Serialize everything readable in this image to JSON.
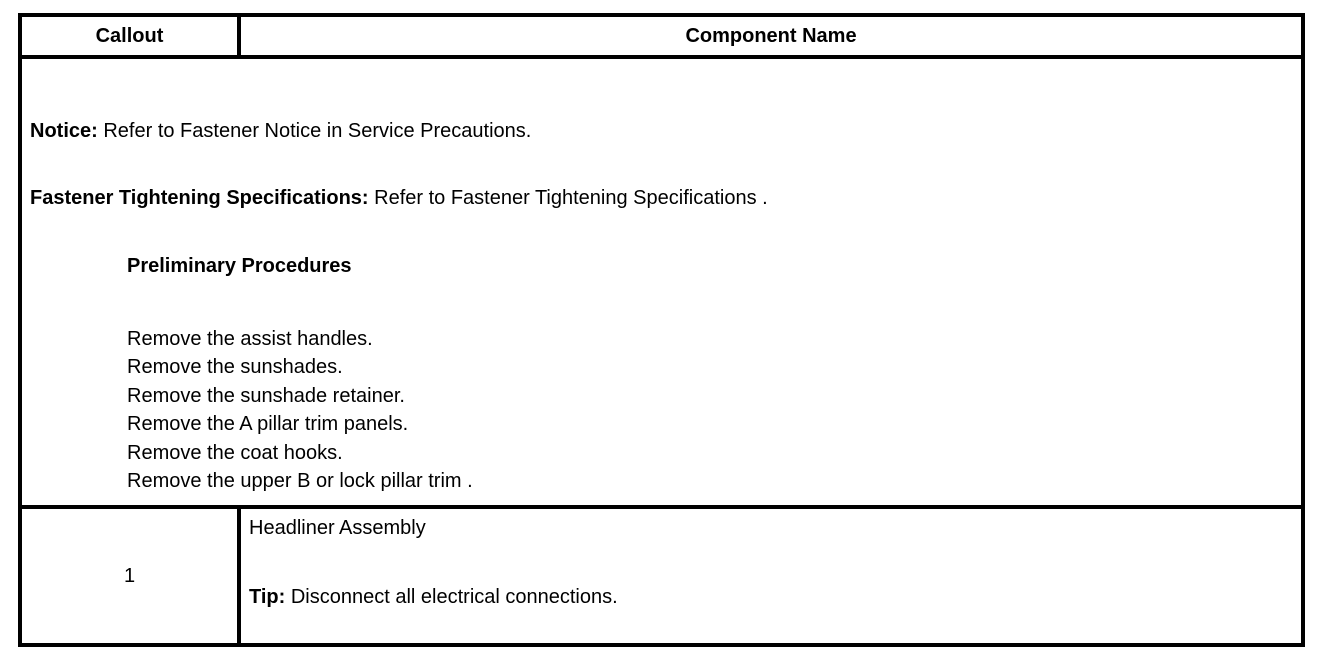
{
  "table": {
    "header": {
      "callout": "Callout",
      "component_name": "Component Name"
    },
    "notes": {
      "notice_label": "Notice:",
      "notice_text": " Refer to Fastener Notice in Service Precautions.",
      "fastener_label": "Fastener Tightening Specifications:",
      "fastener_text": " Refer to Fastener Tightening Specifications .",
      "preliminary_title": "Preliminary Procedures",
      "procedures": [
        "Remove the assist handles.",
        "Remove the sunshades.",
        "Remove the sunshade retainer.",
        "Remove the A pillar trim panels.",
        "Remove the coat hooks.",
        "Remove the upper B or lock pillar trim ."
      ]
    },
    "rows": [
      {
        "callout": "1",
        "component": "Headliner Assembly",
        "tip_label": "Tip:",
        "tip_text": " Disconnect all electrical connections."
      }
    ]
  },
  "colors": {
    "border": "#000000",
    "text": "#000000",
    "background": "#ffffff"
  }
}
